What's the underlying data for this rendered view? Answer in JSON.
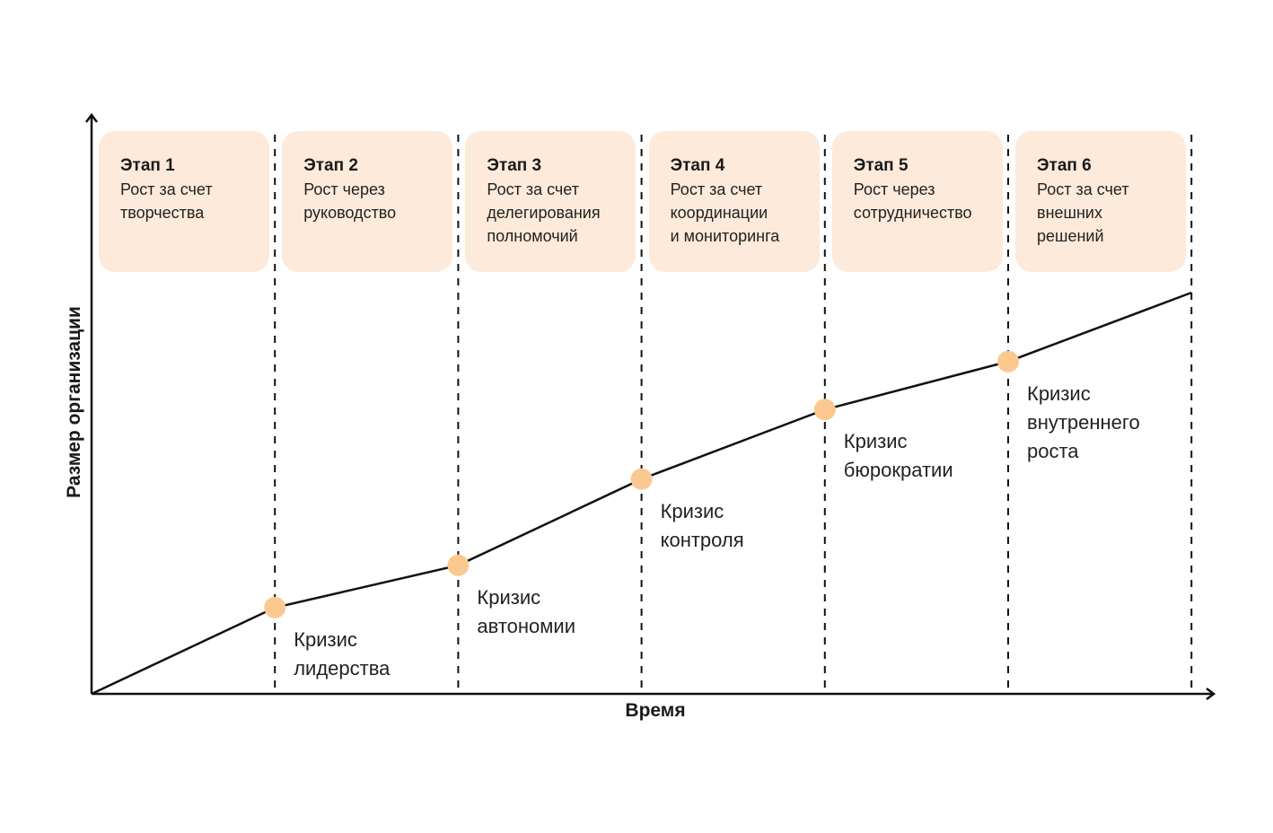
{
  "chart_data": {
    "type": "line",
    "title": "",
    "xlabel": "Время",
    "ylabel": "Размер организации",
    "grid": false,
    "legend": "none",
    "colors": {
      "line": "#111111",
      "marker": "#fbc98f",
      "card": "#fdeadb",
      "axis": "#111111",
      "divider": "#111111"
    },
    "stages": [
      {
        "title": "Этап 1",
        "text": "Рост за счет\nтворчества"
      },
      {
        "title": "Этап 2",
        "text": "Рост через\nруководство"
      },
      {
        "title": "Этап 3",
        "text": "Рост за счет\nделегирования\nполномочий"
      },
      {
        "title": "Этап 4",
        "text": "Рост за счет\nкоординации\nи мониторинга"
      },
      {
        "title": "Этап 5",
        "text": "Рост через\nсотрудничество"
      },
      {
        "title": "Этап 6",
        "text": "Рост за счет\nвнешних\nрешений"
      }
    ],
    "x": [
      0,
      1,
      2,
      3,
      4,
      5,
      6
    ],
    "y": [
      0,
      14.9,
      22.2,
      37.1,
      49.1,
      57.4,
      69.3
    ],
    "xlim": [
      0,
      6.12
    ],
    "ylim": [
      0,
      100
    ],
    "crises": [
      {
        "x": 1,
        "y": 14.9,
        "label": "Кризис\nлидерства"
      },
      {
        "x": 2,
        "y": 22.2,
        "label": "Кризис\nавтономии"
      },
      {
        "x": 3,
        "y": 37.1,
        "label": "Кризис\nконтроля"
      },
      {
        "x": 4,
        "y": 49.1,
        "label": "Кризис\nбюрократии"
      },
      {
        "x": 5,
        "y": 57.4,
        "label": "Кризис\nвнутреннего\nроста"
      }
    ]
  }
}
